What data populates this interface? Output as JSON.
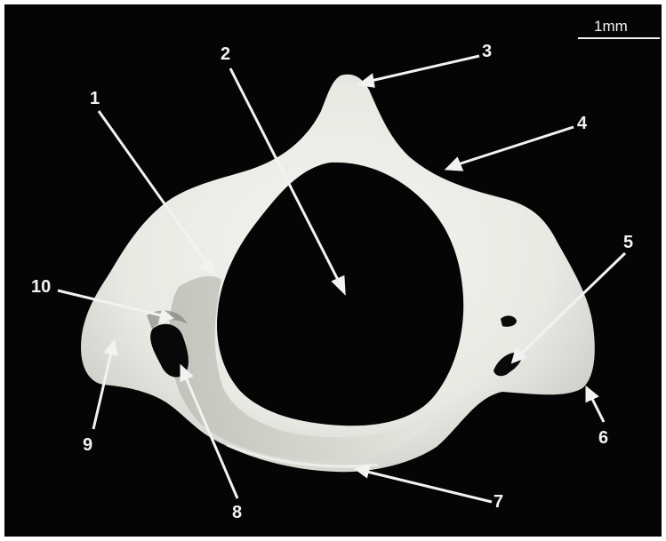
{
  "image": {
    "subject": "vertebra-superior-view",
    "background_color": "#050505",
    "bone_color": "#eeeeea",
    "annotation_color": "#f2f2f2"
  },
  "scale_bar": {
    "label": "1mm"
  },
  "labels": [
    {
      "id": "1",
      "text": "1"
    },
    {
      "id": "2",
      "text": "2"
    },
    {
      "id": "3",
      "text": "3"
    },
    {
      "id": "4",
      "text": "4"
    },
    {
      "id": "5",
      "text": "5"
    },
    {
      "id": "6",
      "text": "6"
    },
    {
      "id": "7",
      "text": "7"
    },
    {
      "id": "8",
      "text": "8"
    },
    {
      "id": "9",
      "text": "9"
    },
    {
      "id": "10",
      "text": "10"
    }
  ]
}
